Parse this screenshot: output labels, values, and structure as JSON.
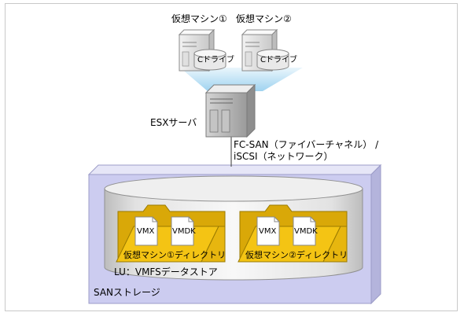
{
  "vm1": {
    "title": "仮想マシン①",
    "drive": "Cドライブ"
  },
  "vm2": {
    "title": "仮想マシン②",
    "drive": "Cドライブ"
  },
  "esx": {
    "label": "ESXサーバ"
  },
  "link": {
    "line1": "FC-SAN（ファイバーチャネル） /",
    "line2": "iSCSI（ネットワーク）"
  },
  "folder1": {
    "file1": "VMX",
    "file2": "VMDK",
    "label": "仮想マシン①ディレクトリ"
  },
  "folder2": {
    "file1": "VMX",
    "file2": "VMDK",
    "label": "仮想マシン②ディレクトリ"
  },
  "lu": {
    "label": "LU：VMFSデータストア"
  },
  "san": {
    "label": "SANストレージ"
  },
  "colors": {
    "san_bg": "#ccccf0",
    "folder": "#f4c414",
    "folder_dark": "#d9a808",
    "projection": "#c6e6f7"
  }
}
